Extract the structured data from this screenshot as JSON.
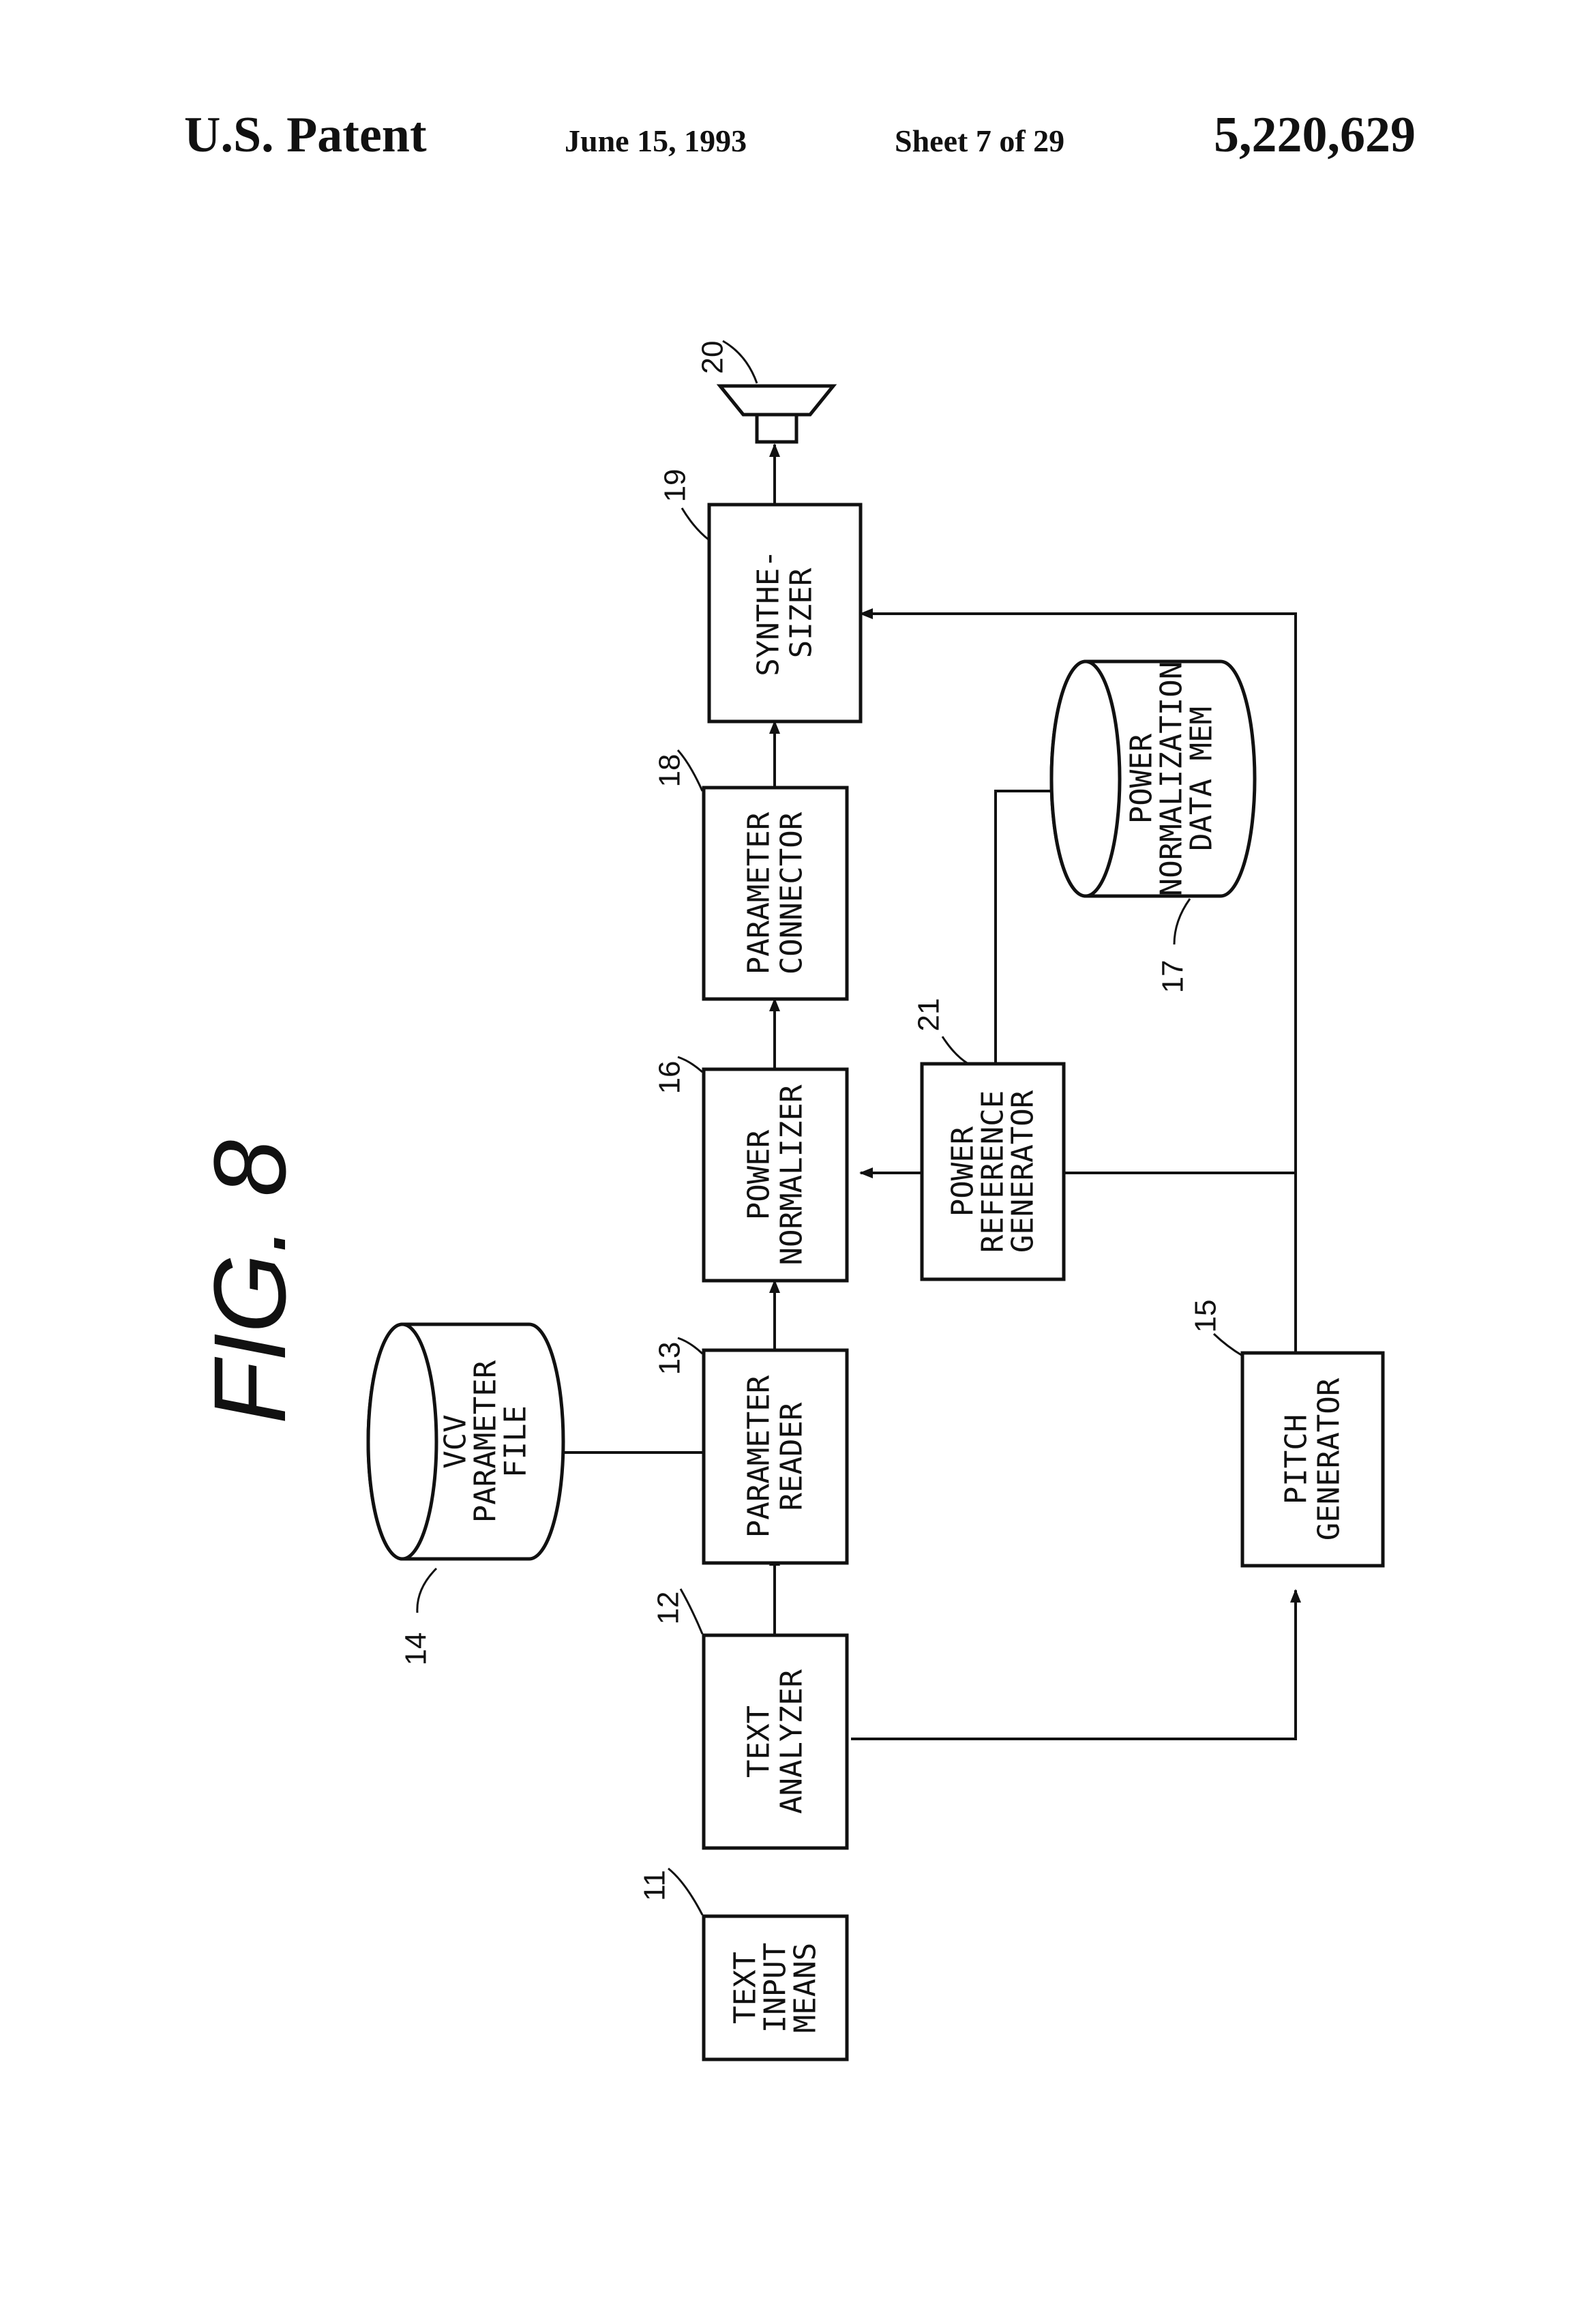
{
  "header": {
    "left": "U.S. Patent",
    "date": "June 15, 1993",
    "sheet": "Sheet 7 of 29",
    "number": "5,220,629"
  },
  "figure_label": "FIG. 8",
  "blocks": {
    "text_input": {
      "ref": "11",
      "lines": [
        "TEXT",
        "INPUT",
        "MEANS"
      ]
    },
    "text_analyzer": {
      "ref": "12",
      "lines": [
        "TEXT",
        "ANALYZER"
      ]
    },
    "parameter_reader": {
      "ref": "13",
      "lines": [
        "PARAMETER",
        "READER"
      ]
    },
    "vcv_file": {
      "ref": "14",
      "lines": [
        "VCV",
        "PARAMETER",
        "FILE"
      ]
    },
    "pitch_generator": {
      "ref": "15",
      "lines": [
        "PITCH",
        "GENERATOR"
      ]
    },
    "power_normalizer": {
      "ref": "16",
      "lines": [
        "POWER",
        "NORMALIZER"
      ]
    },
    "power_norm_data_mem": {
      "ref": "17",
      "lines": [
        "POWER",
        "NORMALIZATION",
        "DATA MEM"
      ]
    },
    "parameter_connector": {
      "ref": "18",
      "lines": [
        "PARAMETER",
        "CONNECTOR"
      ]
    },
    "synthesizer": {
      "ref": "19",
      "lines": [
        "SYNTHE-",
        "SIZER"
      ]
    },
    "speaker": {
      "ref": "20"
    },
    "power_reference_generator": {
      "ref": "21",
      "lines": [
        "POWER",
        "REFERENCE",
        "GENERATOR"
      ]
    }
  }
}
